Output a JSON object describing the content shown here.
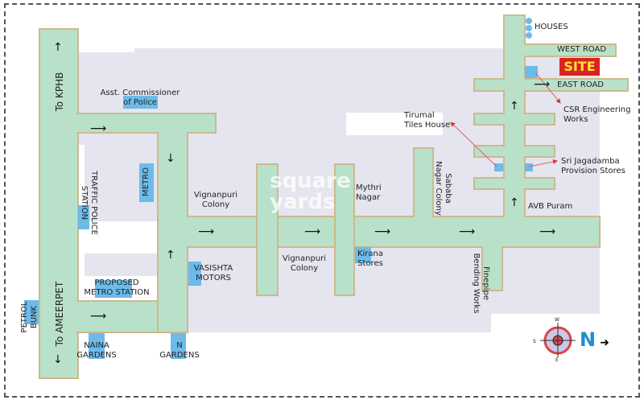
{
  "roads": {
    "to_kphb": "To KPHB",
    "to_ameerpet": "To AMEERPET",
    "west_road": "WEST ROAD",
    "east_road": "EAST ROAD"
  },
  "site": "SITE",
  "landmarks": {
    "houses": "HOUSES",
    "acp_1": "Asst. Commissioner",
    "acp_2": "of Police",
    "traffic_1": "TRAFFIC POLICE",
    "traffic_2": "STATION",
    "metro": "METRO",
    "proposed_1": "PROPOSED",
    "proposed_2": "METRO STATION",
    "petrol_1": "PETROL",
    "petrol_2": "BUNK",
    "naina_1": "NAINA",
    "naina_2": "GARDENS",
    "n_1": "N",
    "n_2": "GARDENS",
    "vasishta_1": "VASISHTA",
    "vasishta_2": "MOTORS",
    "vig1_1": "Vignanpuri",
    "vig1_2": "Colony",
    "vig2_1": "Vignanpuri",
    "vig2_2": "Colony",
    "mythri_1": "Mythri",
    "mythri_2": "Nagar",
    "kirana_1": "Kirana",
    "kirana_2": "Stores",
    "sababa_1": "Sababa",
    "sababa_2": "Nagar Colony",
    "fine_1": "Finepipe",
    "fine_2": "Bending Works",
    "tirumal_1": "Tirumal",
    "tirumal_2": "Tiles House",
    "csr_1": "CSR Engineering",
    "csr_2": "Works",
    "sri_1": "Sri Jagadamba",
    "sri_2": "Provision Stores",
    "avb": "AVB Puram"
  },
  "compass": {
    "north": "N",
    "w": "W",
    "s": "S",
    "e": "E"
  },
  "watermark": {
    "line1": "square",
    "line2": "yards"
  },
  "colors": {
    "road": "#b9e1ca",
    "road_edge": "#cdb98d",
    "block": "#e5e5ef",
    "landmark": "#6cbbea",
    "site": "#d8231f"
  }
}
